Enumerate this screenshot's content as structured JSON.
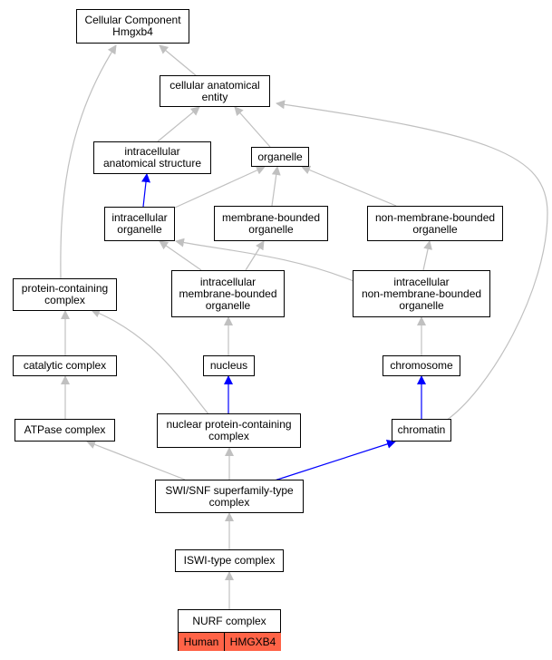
{
  "colors": {
    "is_a": "#c0c0c0",
    "part_of": "#0000ff",
    "annotation": "#ff6347"
  },
  "nodes": {
    "root": "Cellular Component\nHmgxb4",
    "cae": "cellular anatomical\nentity",
    "ias": "intracellular\nanatomical structure",
    "org": "organelle",
    "io": "intracellular\norganelle",
    "mbo": "membrane-bounded\norganelle",
    "nmbo": "non-membrane-bounded\norganelle",
    "pcc": "protein-containing\ncomplex",
    "imbo": "intracellular\nmembrane-bounded\norganelle",
    "inmbo": "intracellular\nnon-membrane-bounded\norganelle",
    "cat": "catalytic complex",
    "nuc": "nucleus",
    "chr": "chromosome",
    "atp": "ATPase complex",
    "npcc": "nuclear protein-containing\ncomplex",
    "chromatin": "chromatin",
    "swi": "SWI/SNF superfamily-type\ncomplex",
    "iswi": "ISWI-type complex"
  },
  "nurf": {
    "title": "NURF complex",
    "species": "Human",
    "gene": "HMGXB4"
  }
}
